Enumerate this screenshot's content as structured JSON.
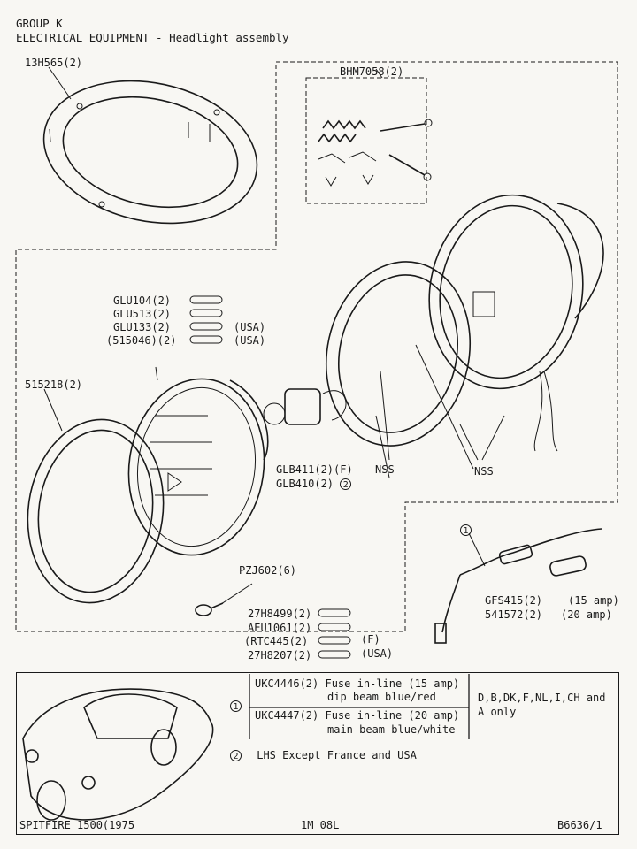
{
  "header": {
    "group": "GROUP K",
    "title": "ELECTRICAL EQUIPMENT - Headlight assembly"
  },
  "labels": {
    "rim_ring": "13H565(2)",
    "spring_kit": "BHM7058(2)",
    "bulb_glu104": "GLU104(2)",
    "bulb_glu513": "GLU513(2)",
    "bulb_glu133": "GLU133(2)",
    "bulb_515046": "(515046)(2)",
    "usa_1": "(USA)",
    "usa_2": "(USA)",
    "rim_515218": "515218(2)",
    "glb411": "GLB411(2)(F)",
    "glb410": "GLB410(2)",
    "note2_marker": "2",
    "nss_1": "NSS",
    "nss_2": "NSS",
    "pzj602": "PZJ602(6)",
    "b27h8499": "27H8499(2)",
    "aeu1061": "AEU1061(2)",
    "rtc445": "(RTC445(2)",
    "b27h8207": "27H8207(2)",
    "f_mark": "(F)",
    "usa_3": "(USA)",
    "note1_marker": "1",
    "gfs415": "GFS415(2)",
    "gfs415_amp": "(15 amp)",
    "p541572": "541572(2)",
    "p541572_amp": "(20 amp)"
  },
  "legend": {
    "note1_marker": "1",
    "note2_marker": "2",
    "ukc4446": "UKC4446(2) Fuse in-line (15 amp)",
    "ukc4446_desc": "dip beam blue/red",
    "ukc4447": "UKC4447(2) Fuse in-line (20 amp)",
    "ukc4447_desc": "main beam blue/white",
    "markets_1": "D,B,DK,F,NL,I,CH and",
    "markets_2": "A only",
    "note2_text": "LHS Except France and USA"
  },
  "footer": {
    "model": "SPITFIRE 1500(1975",
    "page": "1M 08L",
    "ref": "B6636/1"
  }
}
